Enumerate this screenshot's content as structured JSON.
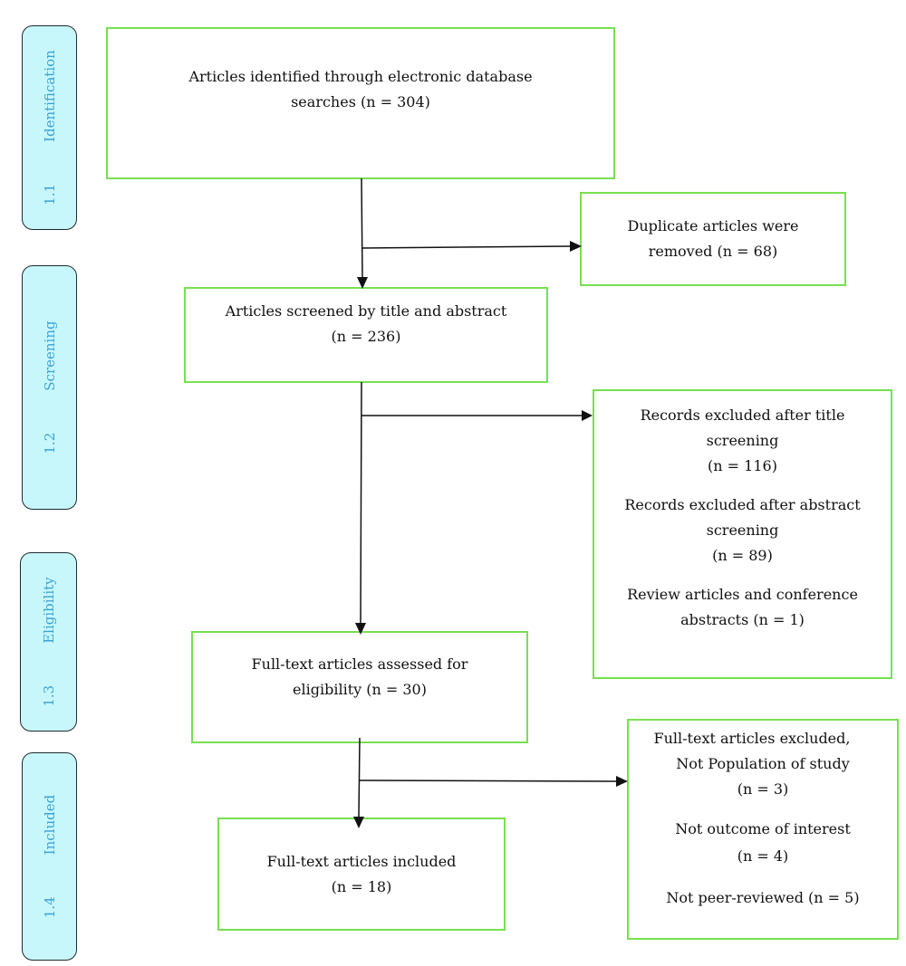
{
  "stages": [
    {
      "label": "Identification",
      "number": "1.1"
    },
    {
      "label": "Screening",
      "number": "1.2"
    },
    {
      "label": "Eligibility",
      "number": "1.3"
    },
    {
      "label": "Included",
      "number": "1.4"
    }
  ],
  "boxes": {
    "identified": {
      "lines": [
        "Articles identified through electronic database",
        "searches (n = 304)"
      ]
    },
    "duplicates": {
      "lines": [
        "Duplicate articles were",
        "removed (n = 68)"
      ]
    },
    "screened": {
      "lines": [
        "Articles screened by title and abstract",
        "(n = 236)"
      ]
    },
    "excluded_records": {
      "lines": [
        "Records excluded after title",
        "screening",
        "(n = 116)",
        "Records excluded after abstract",
        "screening",
        "(n = 89)",
        "Review articles and conference",
        "abstracts (n = 1)"
      ]
    },
    "assessed": {
      "lines": [
        "Full-text articles assessed for",
        "eligibility (n = 30)"
      ]
    },
    "fulltext_excluded": {
      "lines": [
        "Full-text articles excluded,",
        "Not Population of study",
        "(n = 3)",
        "Not outcome of interest",
        "(n = 4)",
        "Not peer-reviewed (n = 5)"
      ]
    },
    "included": {
      "lines": [
        "Full-text articles included",
        "(n = 18)"
      ]
    }
  },
  "colors": {
    "box_border": "#77e050",
    "stage_fill": "#c8f7fb",
    "stage_text": "#3aa2d6",
    "arrow": "#111111"
  }
}
